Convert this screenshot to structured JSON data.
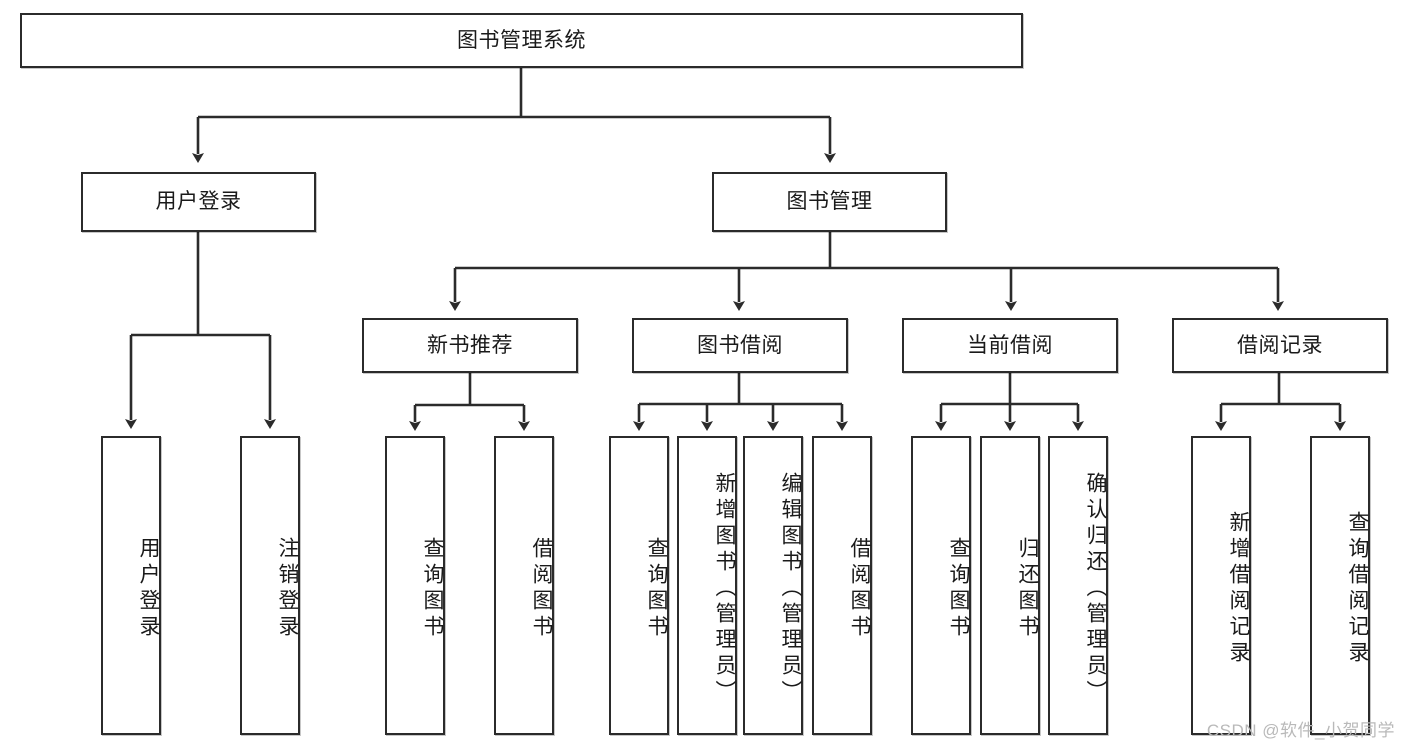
{
  "diagram": {
    "title": "图书管理系统",
    "type": "tree-hierarchy",
    "line_color": "#2b2b2b",
    "box_fill": "#ffffff",
    "text_color": "#1a1a1a"
  },
  "root": {
    "label": "图书管理系统"
  },
  "level2": [
    {
      "label": "用户登录"
    },
    {
      "label": "图书管理"
    }
  ],
  "level3": [
    {
      "label": "新书推荐"
    },
    {
      "label": "图书借阅"
    },
    {
      "label": "当前借阅"
    },
    {
      "label": "借阅记录"
    }
  ],
  "leaves": {
    "user_login": [
      {
        "label": "用户登录"
      },
      {
        "label": "注销登录"
      }
    ],
    "new_book_recommend": [
      {
        "label": "查询图书"
      },
      {
        "label": "借阅图书"
      }
    ],
    "book_borrow": [
      {
        "label": "查询图书"
      },
      {
        "label": "新增图书（管理员）"
      },
      {
        "label": "编辑图书（管理员）"
      },
      {
        "label": "借阅图书"
      }
    ],
    "current_borrow": [
      {
        "label": "查询图书"
      },
      {
        "label": "归还图书"
      },
      {
        "label": "确认归还（管理员）"
      }
    ],
    "borrow_record": [
      {
        "label": "新增借阅记录"
      },
      {
        "label": "查询借阅记录"
      }
    ]
  },
  "watermark": {
    "text": "CSDN @软件_小贺同学"
  }
}
